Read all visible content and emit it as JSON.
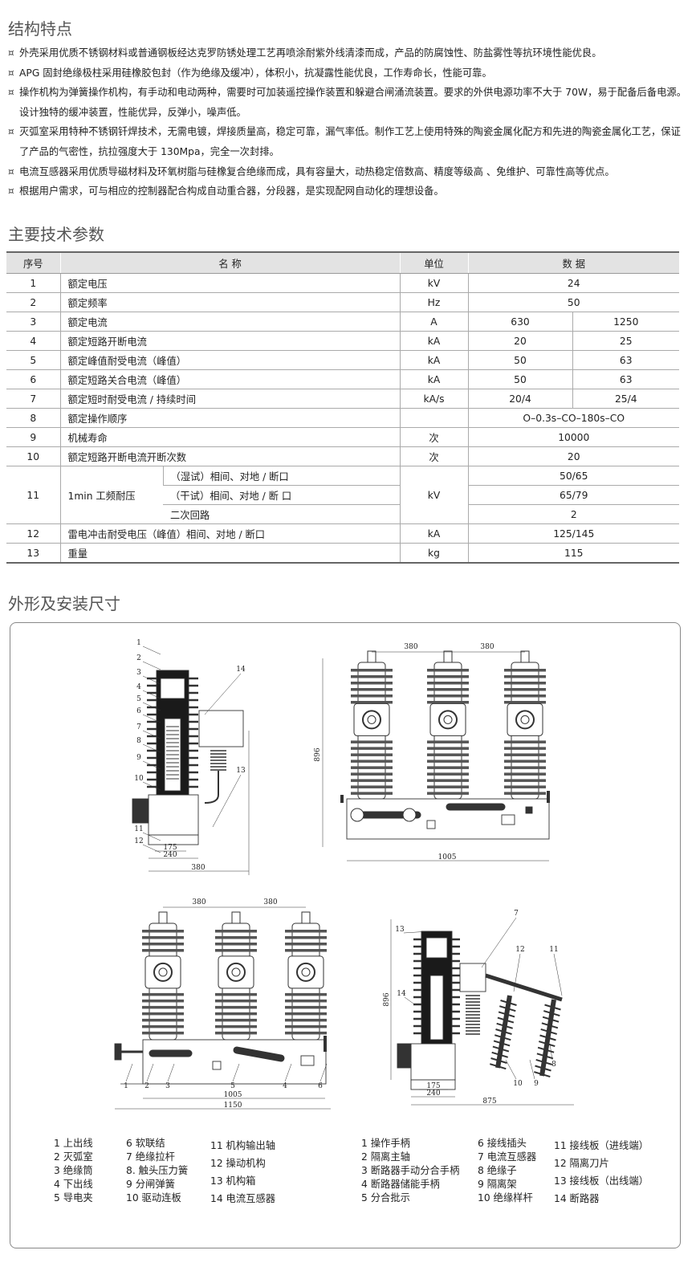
{
  "features": {
    "title": "结构特点",
    "bullets": [
      "外壳采用优质不锈钢材料或普通钢板经达克罗防锈处理工艺再喷涂耐紫外线清漆而成，产品的防腐蚀性、防盐雾性等抗环境性能优良。",
      "APG 固封绝缘极柱采用硅橡胶包封（作为绝缘及缓冲），体积小，抗凝露性能优良，工作寿命长，性能可靠。",
      "操作机构为弹簧操作机构，有手动和电动两种，需要时可加装遥控操作装置和躲避合闸涌流装置。要求的外供电源功率不大于 70W，易于配备后备电源。设计独特的缓冲装置，性能优异，反弹小，噪声低。",
      "灭弧室采用特种不锈钢钎焊技术，无需电镀，焊接质量高，稳定可靠，漏气率低。制作工艺上使用特殊的陶瓷金属化配方和先进的陶瓷金属化工艺，保证了产品的气密性，抗拉强度大于 130Mpa，完全一次封排。",
      "电流互感器采用优质导磁材料及环氧树脂与硅橡复合绝缘而成，具有容量大，动热稳定倍数高、精度等级高 、免维护、可靠性高等优点。",
      "根据用户需求，可与相应的控制器配合构成自动重合器，分段器，是实现配网自动化的理想设备。"
    ]
  },
  "specs": {
    "title": "主要技术参数",
    "headers": [
      "序号",
      "名 称",
      "单位",
      "数 据"
    ],
    "rows": {
      "r1": [
        "1",
        "额定电压",
        "kV",
        "24"
      ],
      "r2": [
        "2",
        "额定频率",
        "Hz",
        "50"
      ],
      "r3": [
        "3",
        "额定电流",
        "A",
        "630",
        "1250"
      ],
      "r4": [
        "4",
        "额定短路开断电流",
        "kA",
        "20",
        "25"
      ],
      "r5": [
        "5",
        "额定峰值耐受电流（峰值）",
        "kA",
        "50",
        "63"
      ],
      "r6": [
        "6",
        "额定短路关合电流（峰值）",
        "kA",
        "50",
        "63"
      ],
      "r7": [
        "7",
        "额定短时耐受电流 / 持续时间",
        "kA/s",
        "20/4",
        "25/4"
      ],
      "r8": [
        "8",
        "额定操作顺序",
        "",
        "O–0.3s–CO–180s–CO"
      ],
      "r9": [
        "9",
        "机械寿命",
        "次",
        "10000"
      ],
      "r10": [
        "10",
        "额定短路开断电流开断次数",
        "次",
        "20"
      ],
      "r11": {
        "no": "11",
        "name": "1min 工频耐压",
        "unit": "kV",
        "sub": [
          [
            "（湿试）相间、对地 / 断口",
            "50/65"
          ],
          [
            "（干试）相间、对地 / 断 口",
            "65/79"
          ],
          [
            "二次回路",
            "2"
          ]
        ]
      },
      "r12": [
        "12",
        "雷电冲击耐受电压（峰值）相间、对地 / 断口",
        "kA",
        "125/145"
      ],
      "r13": [
        "13",
        "重量",
        "kg",
        "115"
      ]
    }
  },
  "drawings": {
    "title": "外形及安装尺寸",
    "d1": {
      "callouts": [
        "1",
        "2",
        "3",
        "4",
        "5",
        "6",
        "7",
        "8",
        "9",
        "10",
        "11",
        "12",
        "13",
        "14"
      ],
      "dims": [
        "175",
        "240",
        "380"
      ]
    },
    "d2": {
      "dims": [
        "380",
        "380",
        "896",
        "1005"
      ]
    },
    "d3": {
      "callouts": [
        "1",
        "2",
        "3",
        "5",
        "4",
        "6"
      ],
      "dims": [
        "380",
        "380",
        "1005",
        "1150"
      ]
    },
    "d4": {
      "callouts": [
        "7",
        "12",
        "11",
        "13",
        "14",
        "8",
        "9",
        "10"
      ],
      "dims": [
        "896",
        "175",
        "240",
        "875"
      ]
    }
  },
  "legend_left": [
    [
      "1 上出线",
      "2 灭弧室",
      "3 绝缘筒",
      "4 下出线",
      "5 导电夹"
    ],
    [
      "6 软联结",
      "7 绝缘拉杆",
      "8. 触头压力簧",
      "9 分闸弹簧",
      "10 驱动连板"
    ],
    [
      "11 机构输出轴",
      "12 操动机构",
      "13 机构箱",
      "14 电流互感器"
    ]
  ],
  "legend_right": [
    [
      "1 操作手柄",
      "2 隔离主轴",
      "3 断路器手动分合手柄",
      "4 断路器储能手柄",
      "5 分合批示"
    ],
    [
      "6 接线插头",
      "7 电流互感器",
      "8 绝缘子",
      "9 隔离架",
      "10 绝缘样杆"
    ],
    [
      "11 接线板（进线端）",
      "12 隔离刀片",
      "13 接线板（出线端）",
      "14 断路器"
    ]
  ]
}
